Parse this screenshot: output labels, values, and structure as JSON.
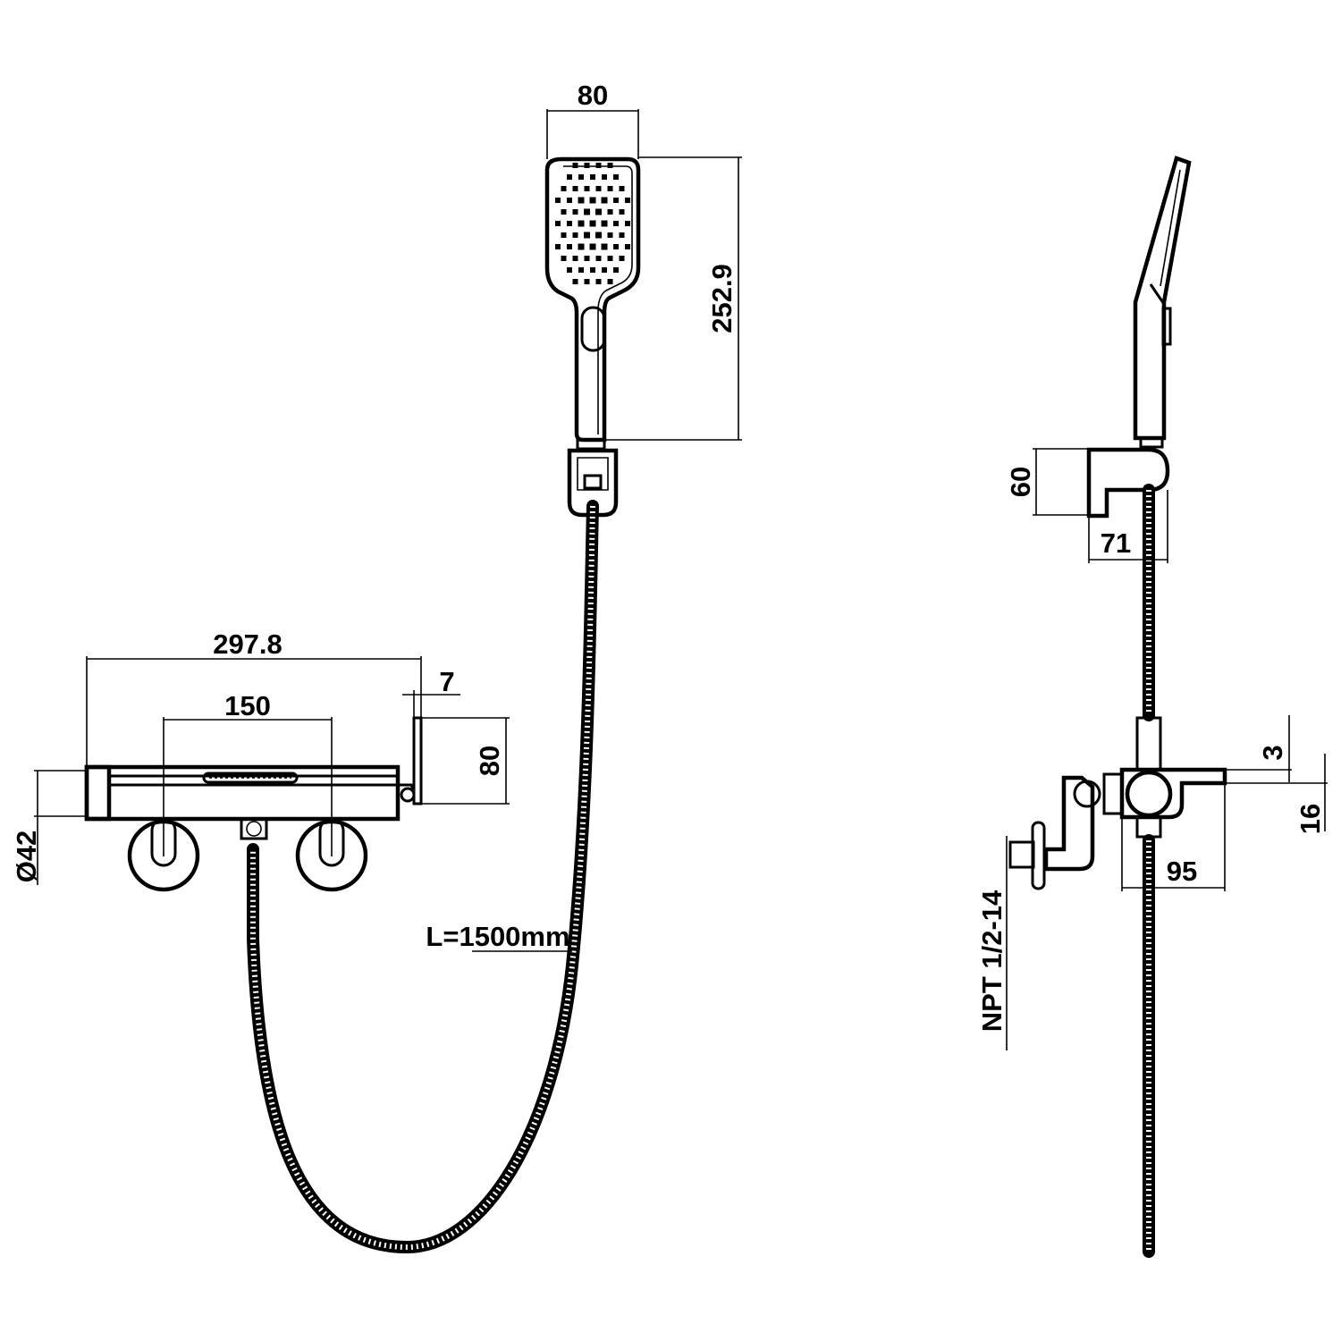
{
  "dimensions": {
    "head_width": "80",
    "head_length": "252.9",
    "bar_length": "297.8",
    "inlet_spacing": "150",
    "plate_thickness": "7",
    "plate_height": "80",
    "flange_diameter": "Ø42",
    "hose_length": "L=1500mm",
    "holder_height": "60",
    "holder_depth": "71",
    "top_offset": "3",
    "body_height": "16",
    "body_depth": "95",
    "thread": "NPT  1/2-14"
  },
  "colors": {
    "line": "#000000",
    "background": "#ffffff"
  }
}
